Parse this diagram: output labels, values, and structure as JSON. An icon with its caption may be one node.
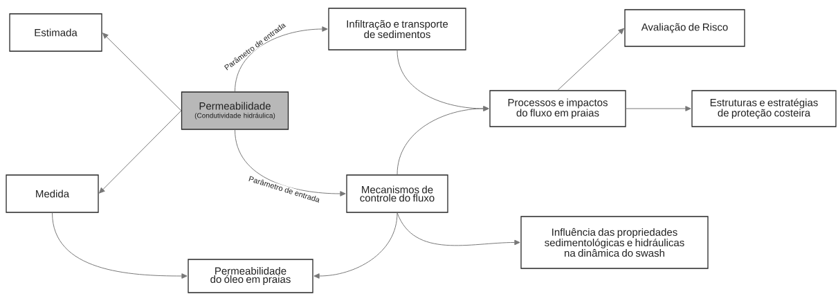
{
  "diagram": {
    "nodes": [
      {
        "text": [
          "Estimada"
        ]
      },
      {
        "text": [
          "Permeabilidade",
          "(Condutividade hidráulica)"
        ]
      },
      {
        "text": [
          "Infiltração e transporte de sedimentos"
        ]
      },
      {
        "text": [
          "Avaliação de Risco"
        ]
      },
      {
        "text": [
          "Processos e impactos do fluxo em praias"
        ]
      },
      {
        "text": [
          "Estruturas e estratégias de proteção costeira"
        ]
      },
      {
        "text": [
          "Medida"
        ]
      },
      {
        "text": [
          "Mecanismos de controle do fluxo"
        ]
      },
      {
        "text": [
          "Influência das propriedades sedimentológicas e hidráulicas na dinâmica do swash"
        ]
      },
      {
        "text": [
          "Permeabilidade do óleo em praias"
        ]
      }
    ],
    "edges": [
      {
        "from": 1,
        "to": 0,
        "arrow": "to"
      },
      {
        "from": 1,
        "to": 6,
        "arrow": "to"
      },
      {
        "from": 1,
        "to": 2,
        "arrow": "to",
        "label": "Parâmetro de entrada"
      },
      {
        "from": 1,
        "to": 7,
        "arrow": "to",
        "label": "Parâmetro de entrada"
      },
      {
        "from": 2,
        "to": 4,
        "arrow": "to"
      },
      {
        "from": 7,
        "to": 4,
        "arrow": "to"
      },
      {
        "from": 4,
        "to": 3,
        "arrow": "to"
      },
      {
        "from": 4,
        "to": 5,
        "arrow": "to"
      },
      {
        "from": 6,
        "to": 9,
        "arrow": "to"
      },
      {
        "from": 7,
        "to": 9,
        "arrow": "to"
      },
      {
        "from": 7,
        "to": 8,
        "arrow": "to"
      }
    ]
  }
}
